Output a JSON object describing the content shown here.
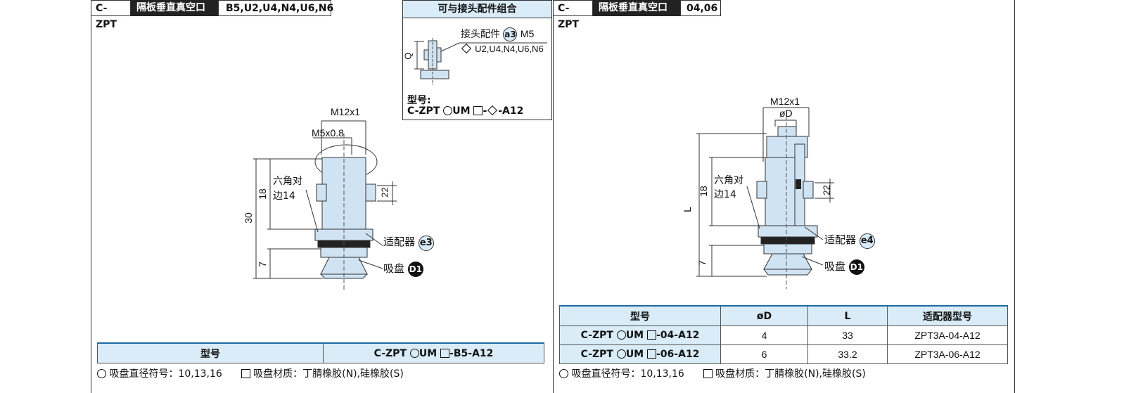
{
  "left_header": {
    "model": "C-ZPT",
    "title": "隔板垂直真空口",
    "variants": "B5,U2,U4,N4,U6,N6"
  },
  "right_header": {
    "model": "C-ZPT",
    "title": "隔板垂直真空口",
    "variants": "04,06"
  },
  "combo_box": {
    "title": "可与接头配件组合",
    "fitting_label": "接头配件",
    "fitting_code": "a3",
    "fitting_value": "M5",
    "fitting_variants": "U2,U4,N4,U6,N6",
    "dim_q": "Q",
    "model_label": "型号:",
    "model_prefix": "C-ZPT",
    "model_um": "UM",
    "model_suffix": "-A12"
  },
  "left_drawing": {
    "thread_outer": "M12x1",
    "thread_inner": "M5x0.8",
    "hex_label_1": "六角对",
    "hex_label_2": "边14",
    "dim_18": "18",
    "dim_30": "30",
    "dim_7": "7",
    "dim_22": "22",
    "adapter_label": "适配器",
    "adapter_code": "e3",
    "pad_label": "吸盘",
    "pad_code": "D1"
  },
  "right_drawing": {
    "thread_outer": "M12x1",
    "dia_label": "øD",
    "hex_label_1": "六角对",
    "hex_label_2": "边14",
    "dim_18": "18",
    "dim_l": "L",
    "dim_7": "7",
    "dim_22": "22",
    "adapter_label": "适配器",
    "adapter_code": "e4",
    "pad_label": "吸盘",
    "pad_code": "D1"
  },
  "left_table": {
    "col_model": "型号",
    "model_prefix": "C-ZPT",
    "model_um": "UM",
    "model_suffix": "-B5-A12"
  },
  "right_table": {
    "headers": [
      "型号",
      "øD",
      "L",
      "适配器型号"
    ],
    "model_prefix": "C-ZPT",
    "model_um": "UM",
    "rows": [
      {
        "suffix": "-04-A12",
        "d": "4",
        "l": "33",
        "adapter": "ZPT3A-04-A12"
      },
      {
        "suffix": "-06-A12",
        "d": "6",
        "l": "33.2",
        "adapter": "ZPT3A-06-A12"
      }
    ]
  },
  "notes": {
    "diameter": "吸盘直径符号：10,13,16",
    "material": "吸盘材质：丁腈橡胶(N),硅橡胶(S)"
  },
  "colors": {
    "part_fill": "#cfe3f3",
    "header_fill": "#d9ecf7",
    "accent_line": "#1b6aa5"
  }
}
